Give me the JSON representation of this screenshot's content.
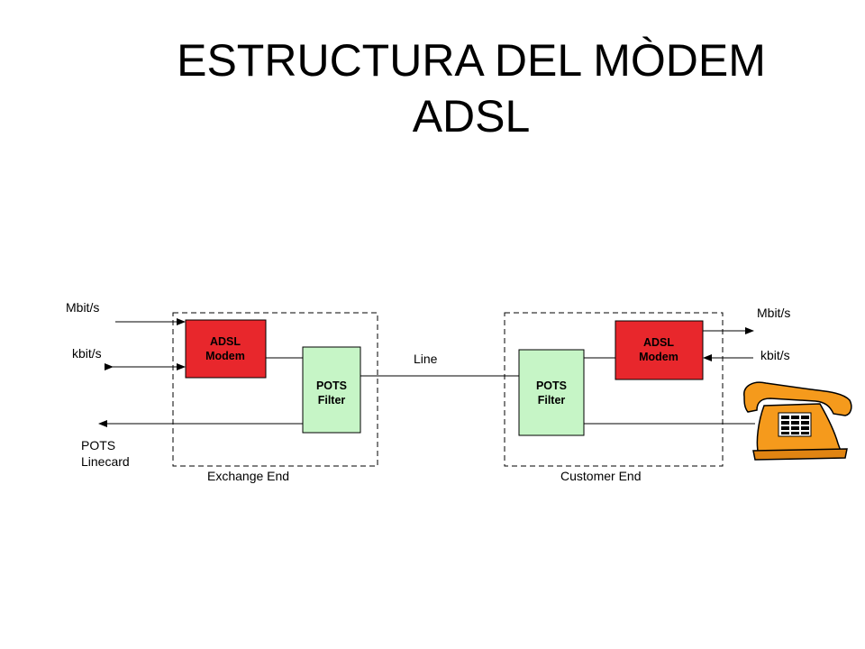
{
  "title": {
    "line1": "ESTRUCTURA DEL MÒDEM",
    "line2": "ADSL"
  },
  "diagram": {
    "exchange": {
      "caption": "Exchange End",
      "modem": {
        "line1": "ADSL",
        "line2": "Modem"
      },
      "filter": {
        "line1": "POTS",
        "line2": "Filter"
      },
      "inputs": {
        "mbit": "Mbit/s",
        "kbit": "kbit/s",
        "pots1": "POTS",
        "pots2": "Linecard"
      }
    },
    "line_label": "Line",
    "customer": {
      "caption": "Customer End",
      "modem": {
        "line1": "ADSL",
        "line2": "Modem"
      },
      "filter": {
        "line1": "POTS",
        "line2": "Filter"
      },
      "outputs": {
        "mbit": "Mbit/s",
        "kbit": "kbit/s"
      }
    },
    "colors": {
      "modem": "#e8272c",
      "filter": "#c6f5c6",
      "phone": "#f59a1c"
    },
    "icons": {
      "phone": "telephone-icon"
    }
  }
}
